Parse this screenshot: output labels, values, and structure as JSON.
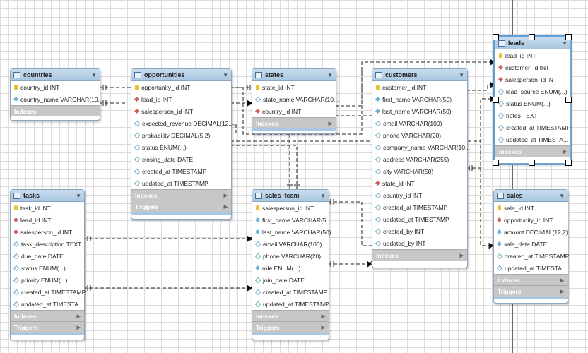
{
  "sections": {
    "indexes": "Indexes",
    "triggers": "Triggers"
  },
  "tables": {
    "countries": {
      "name": "countries",
      "columns": [
        "country_id INT",
        "country_name VARCHAR(10..."
      ]
    },
    "opportunities": {
      "name": "opportunities",
      "columns": [
        "opportunity_id INT",
        "lead_id INT",
        "salesperson_id INT",
        "expected_revenue DECIMAL(12,...",
        "probability DECIMAL(5,2)",
        "status ENUM(...)",
        "closing_date DATE",
        "created_at TIMESTAMP",
        "updated_at TIMESTAMP"
      ]
    },
    "states": {
      "name": "states",
      "columns": [
        "state_id INT",
        "state_name VARCHAR(10...",
        "country_id INT"
      ]
    },
    "customers": {
      "name": "customers",
      "columns": [
        "customer_id INT",
        "first_name VARCHAR(50)",
        "last_name VARCHAR(50)",
        "email VARCHAR(100)",
        "phone VARCHAR(20)",
        "company_name VARCHAR(10...",
        "address VARCHAR(255)",
        "city VARCHAR(50)",
        "state_id INT",
        "country_id INT",
        "created_at TIMESTAMP",
        "updated_at TIMESTAMP",
        "created_by INT",
        "updated_by INT"
      ]
    },
    "leads": {
      "name": "leads",
      "columns": [
        "lead_id INT",
        "customer_id INT",
        "salesperson_id INT",
        "lead_source ENUM(...)",
        "status ENUM(...)",
        "notes TEXT",
        "created_at TIMESTAMP",
        "updated_at TIMESTA..."
      ]
    },
    "tasks": {
      "name": "tasks",
      "columns": [
        "task_id INT",
        "lead_id INT",
        "salesperson_id INT",
        "task_description TEXT",
        "due_date DATE",
        "status ENUM(...)",
        "priority ENUM(...)",
        "created_at TIMESTAMP",
        "updated_at TIMESTA..."
      ]
    },
    "sales_team": {
      "name": "sales_team",
      "columns": [
        "salesperson_id INT",
        "first_name VARCHAR(5...",
        "last_name VARCHAR(50)",
        "email VARCHAR(100)",
        "phone VARCHAR(20)",
        "role ENUM(...)",
        "join_date DATE",
        "created_at TIMESTAMP",
        "updated_at TIMESTAMP"
      ]
    },
    "sales": {
      "name": "sales",
      "columns": [
        "sale_id INT",
        "opportunity_id INT",
        "amount DECIMAL(12,2)",
        "sale_date DATE",
        "created_at TIMESTAMP",
        "updated_at TIMESTA..."
      ]
    }
  },
  "colors": {
    "header": "#a9c6e2",
    "section": "#c7c7c7",
    "selection": "#5f9fd6"
  }
}
